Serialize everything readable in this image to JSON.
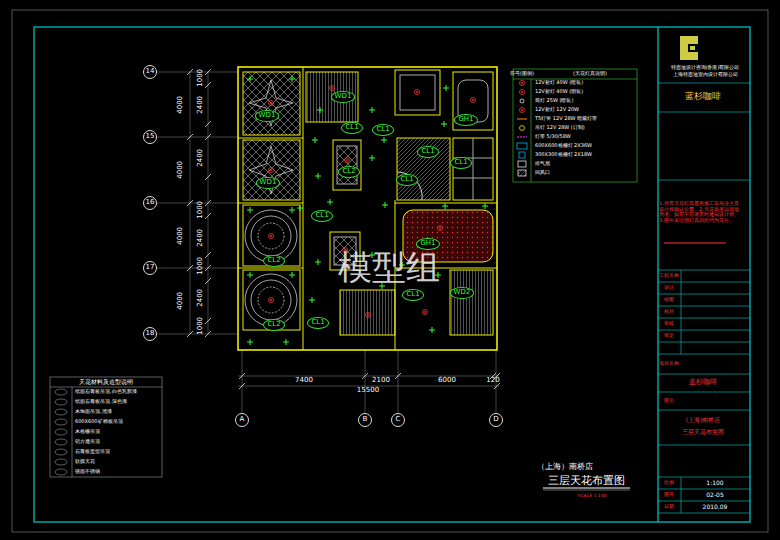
{
  "diagram": {
    "title": "三层天花布置图",
    "nodes": [
      {
        "text": [
          "14"
        ]
      },
      {
        "text": [
          "15"
        ]
      },
      {
        "text": [
          "16"
        ]
      },
      {
        "text": [
          "17"
        ]
      },
      {
        "text": [
          "18"
        ]
      },
      {
        "text": [
          "A"
        ]
      },
      {
        "text": [
          "B"
        ]
      },
      {
        "text": [
          "C"
        ]
      },
      {
        "text": [
          "D"
        ]
      },
      {
        "text": [
          "WD1"
        ]
      },
      {
        "text": [
          "WD1"
        ]
      },
      {
        "text": [
          "GH1"
        ]
      },
      {
        "text": [
          "CL1"
        ]
      },
      {
        "text": [
          "CL1"
        ]
      },
      {
        "text": [
          "CL1"
        ]
      },
      {
        "text": [
          "CL1"
        ]
      },
      {
        "text": [
          "CL2"
        ]
      },
      {
        "text": [
          "WD1"
        ]
      },
      {
        "text": [
          "CL1"
        ]
      },
      {
        "text": [
          "CL1"
        ]
      },
      {
        "text": [
          "GH1"
        ]
      },
      {
        "text": [
          "CL2"
        ]
      },
      {
        "text": [
          "WD2"
        ]
      },
      {
        "text": [
          "CL1"
        ]
      },
      {
        "text": [
          "CL1"
        ]
      },
      {
        "text": [
          "CL2"
        ]
      }
    ],
    "labels": [
      "4000",
      "4000",
      "4000",
      "4000",
      "1000",
      "2400",
      "2400",
      "1000",
      "2400",
      "1000",
      "2400",
      "1000",
      "7400",
      "2100",
      "6000",
      "120",
      "15500",
      "模型组",
      "（上海）南桥店",
      "SCALE 1:100",
      "符号(图例)",
      "(天花灯具说明)",
      "天花材料及造型说明",
      "特思迪设计咨询(香港)有限公司",
      "上海特思迪室内设计有限公司",
      "蓝杉咖啡",
      "1.所有天花灯具需在施工前与业主及设计师确认位置。2.天花高度以现场为准，如有不符请及时通知设计师。3.图中未注明灯具间距均为等分。",
      "工程名称",
      "设计",
      "绘图",
      "校对",
      "审核",
      "审定",
      "项目名称",
      "蓝杉咖啡",
      "图名",
      "(上海)南桥店",
      "三层天花布置图",
      "比例",
      "1:100",
      "图号",
      "02-05",
      "日期",
      "2010.09"
    ],
    "legend": [
      {
        "text": "12V射灯 40W (暗装)"
      },
      {
        "text": "12V射灯 40W (明装)"
      },
      {
        "text": "筒灯 25W (暗装)"
      },
      {
        "text": "12V射灯 12V 20W"
      },
      {
        "text": "T5灯管 12V 28W 暗藏灯带"
      },
      {
        "text": "吊灯 12V 28W (订制)"
      },
      {
        "text": "灯带 5/30/58W"
      },
      {
        "text": "600X600格栅灯 2X36W"
      },
      {
        "text": "300X300格栅灯 2X18W"
      },
      {
        "text": "排气扇"
      },
      {
        "text": "回风口"
      },
      {
        "text": "纸面石膏板吊顶,白色乳胶漆"
      },
      {
        "text": "纸面石膏板吊顶,深色漆"
      },
      {
        "text": "木饰面吊顶,清漆"
      },
      {
        "text": "600X600矿棉板吊顶"
      },
      {
        "text": "木格栅吊顶"
      },
      {
        "text": "铝方通吊顶"
      },
      {
        "text": "石膏板造型吊顶"
      },
      {
        "text": "软膜天花"
      },
      {
        "text": "镜面不锈钢"
      }
    ]
  }
}
